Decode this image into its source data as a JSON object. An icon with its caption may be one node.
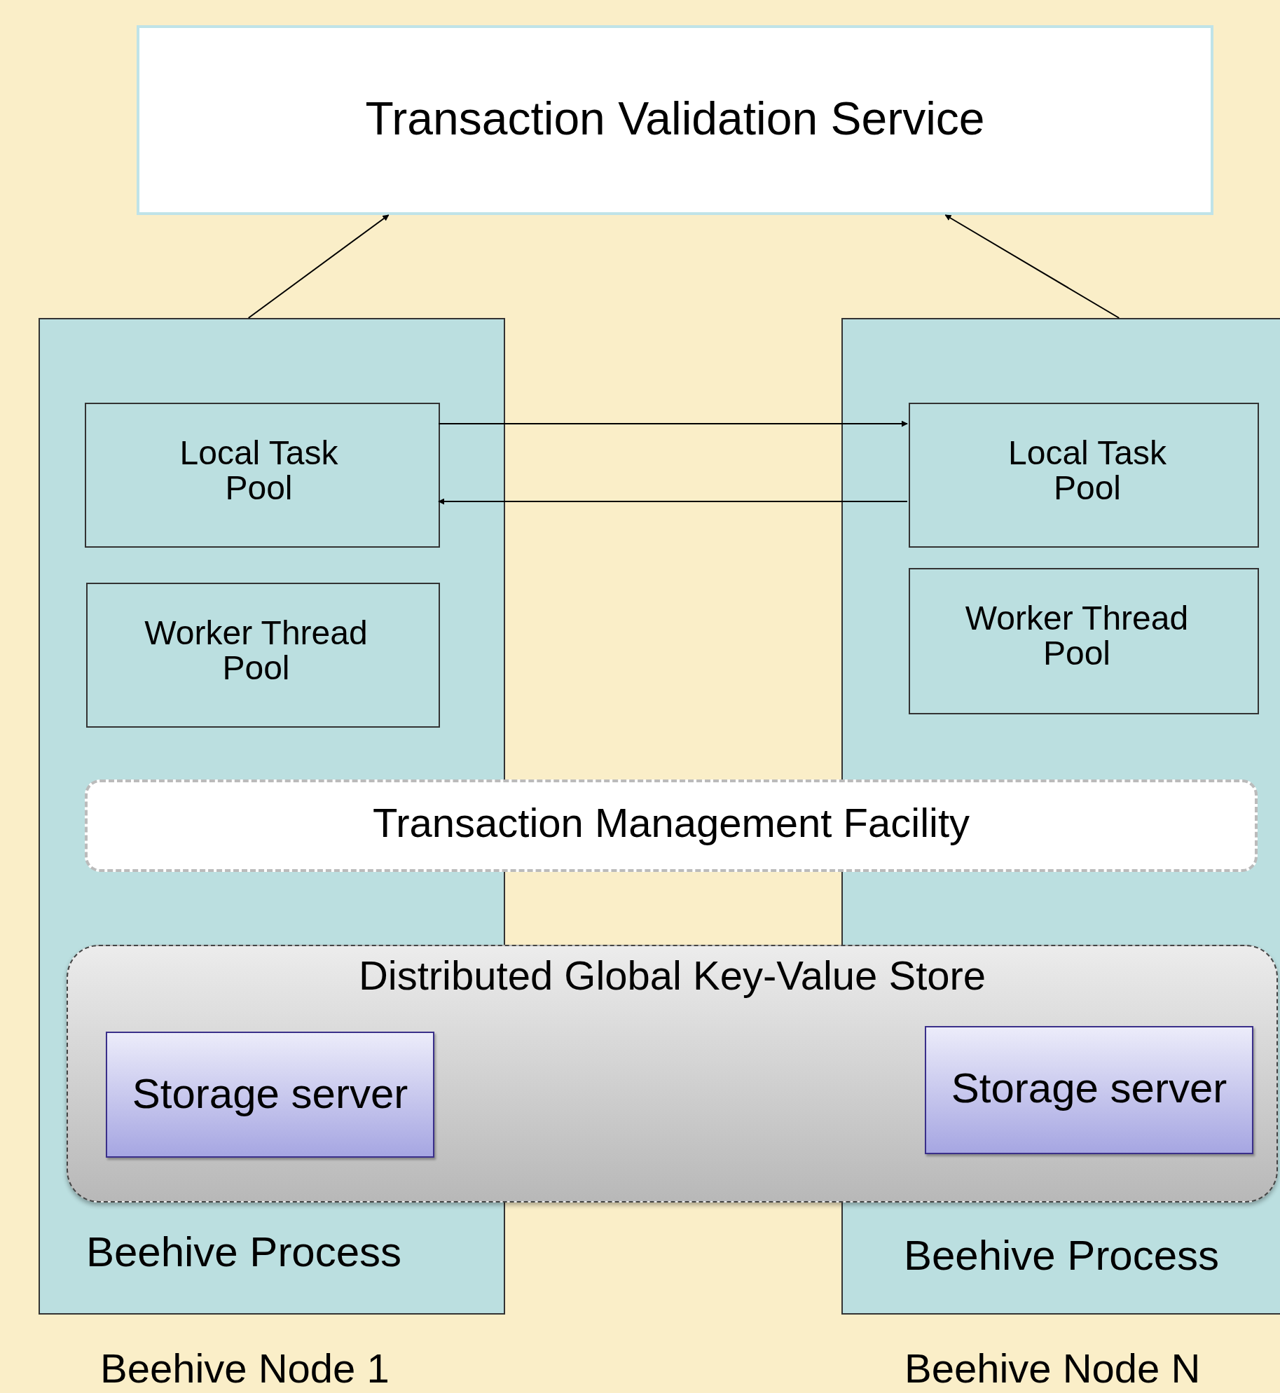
{
  "diagram": {
    "nodes": [
      {
        "text": [
          "Transaction Validation Service"
        ]
      },
      {
        "text": [
          "Beehive Process"
        ],
        "beside": [
          "Beehive Node 1"
        ]
      },
      {
        "text": [
          "Local Task Pool"
        ],
        "in": 1
      },
      {
        "text": [
          "Worker Thread Pool"
        ],
        "in": 1
      },
      {
        "text": [
          "Beehive Process"
        ],
        "beside": [
          "Beehive Node N"
        ]
      },
      {
        "text": [
          "Local Task Pool"
        ],
        "in": 4
      },
      {
        "text": [
          "Worker Thread Pool"
        ],
        "in": 4
      },
      {
        "text": [
          "Transaction Management Facility"
        ]
      },
      {
        "text": [
          "Distributed Global Key-Value Store"
        ]
      },
      {
        "text": [
          "Storage server"
        ]
      },
      {
        "text": [
          "Storage server"
        ]
      }
    ],
    "edges": [
      {
        "from": 1,
        "to": 0,
        "arrow": "to"
      },
      {
        "from": 4,
        "to": 0,
        "arrow": "to"
      },
      {
        "from": 2,
        "to": 5,
        "arrow": "to"
      },
      {
        "from": 5,
        "to": 2,
        "arrow": "to"
      }
    ]
  }
}
